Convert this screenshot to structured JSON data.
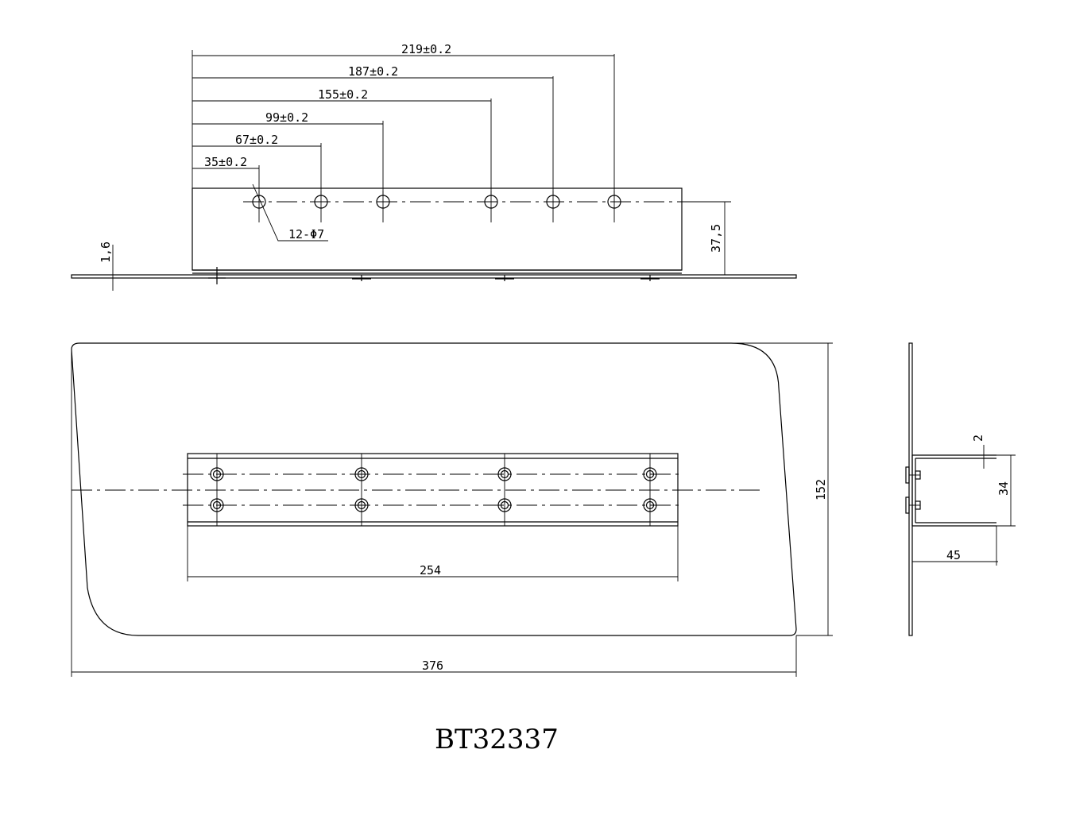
{
  "drawing_number": "BT32337",
  "top_view": {
    "hole_offsets": [
      "35±0.2",
      "67±0.2",
      "99±0.2",
      "155±0.2",
      "187±0.2",
      "219±0.2"
    ],
    "hole_callout": "12-Φ7",
    "height_37_5": "37,5",
    "thickness_1_6": "1,6"
  },
  "front_view": {
    "rail_length": "254",
    "overall_width": "376",
    "overall_height": "152"
  },
  "side_view": {
    "gap": "2",
    "channel_height": "34",
    "channel_depth": "45"
  }
}
